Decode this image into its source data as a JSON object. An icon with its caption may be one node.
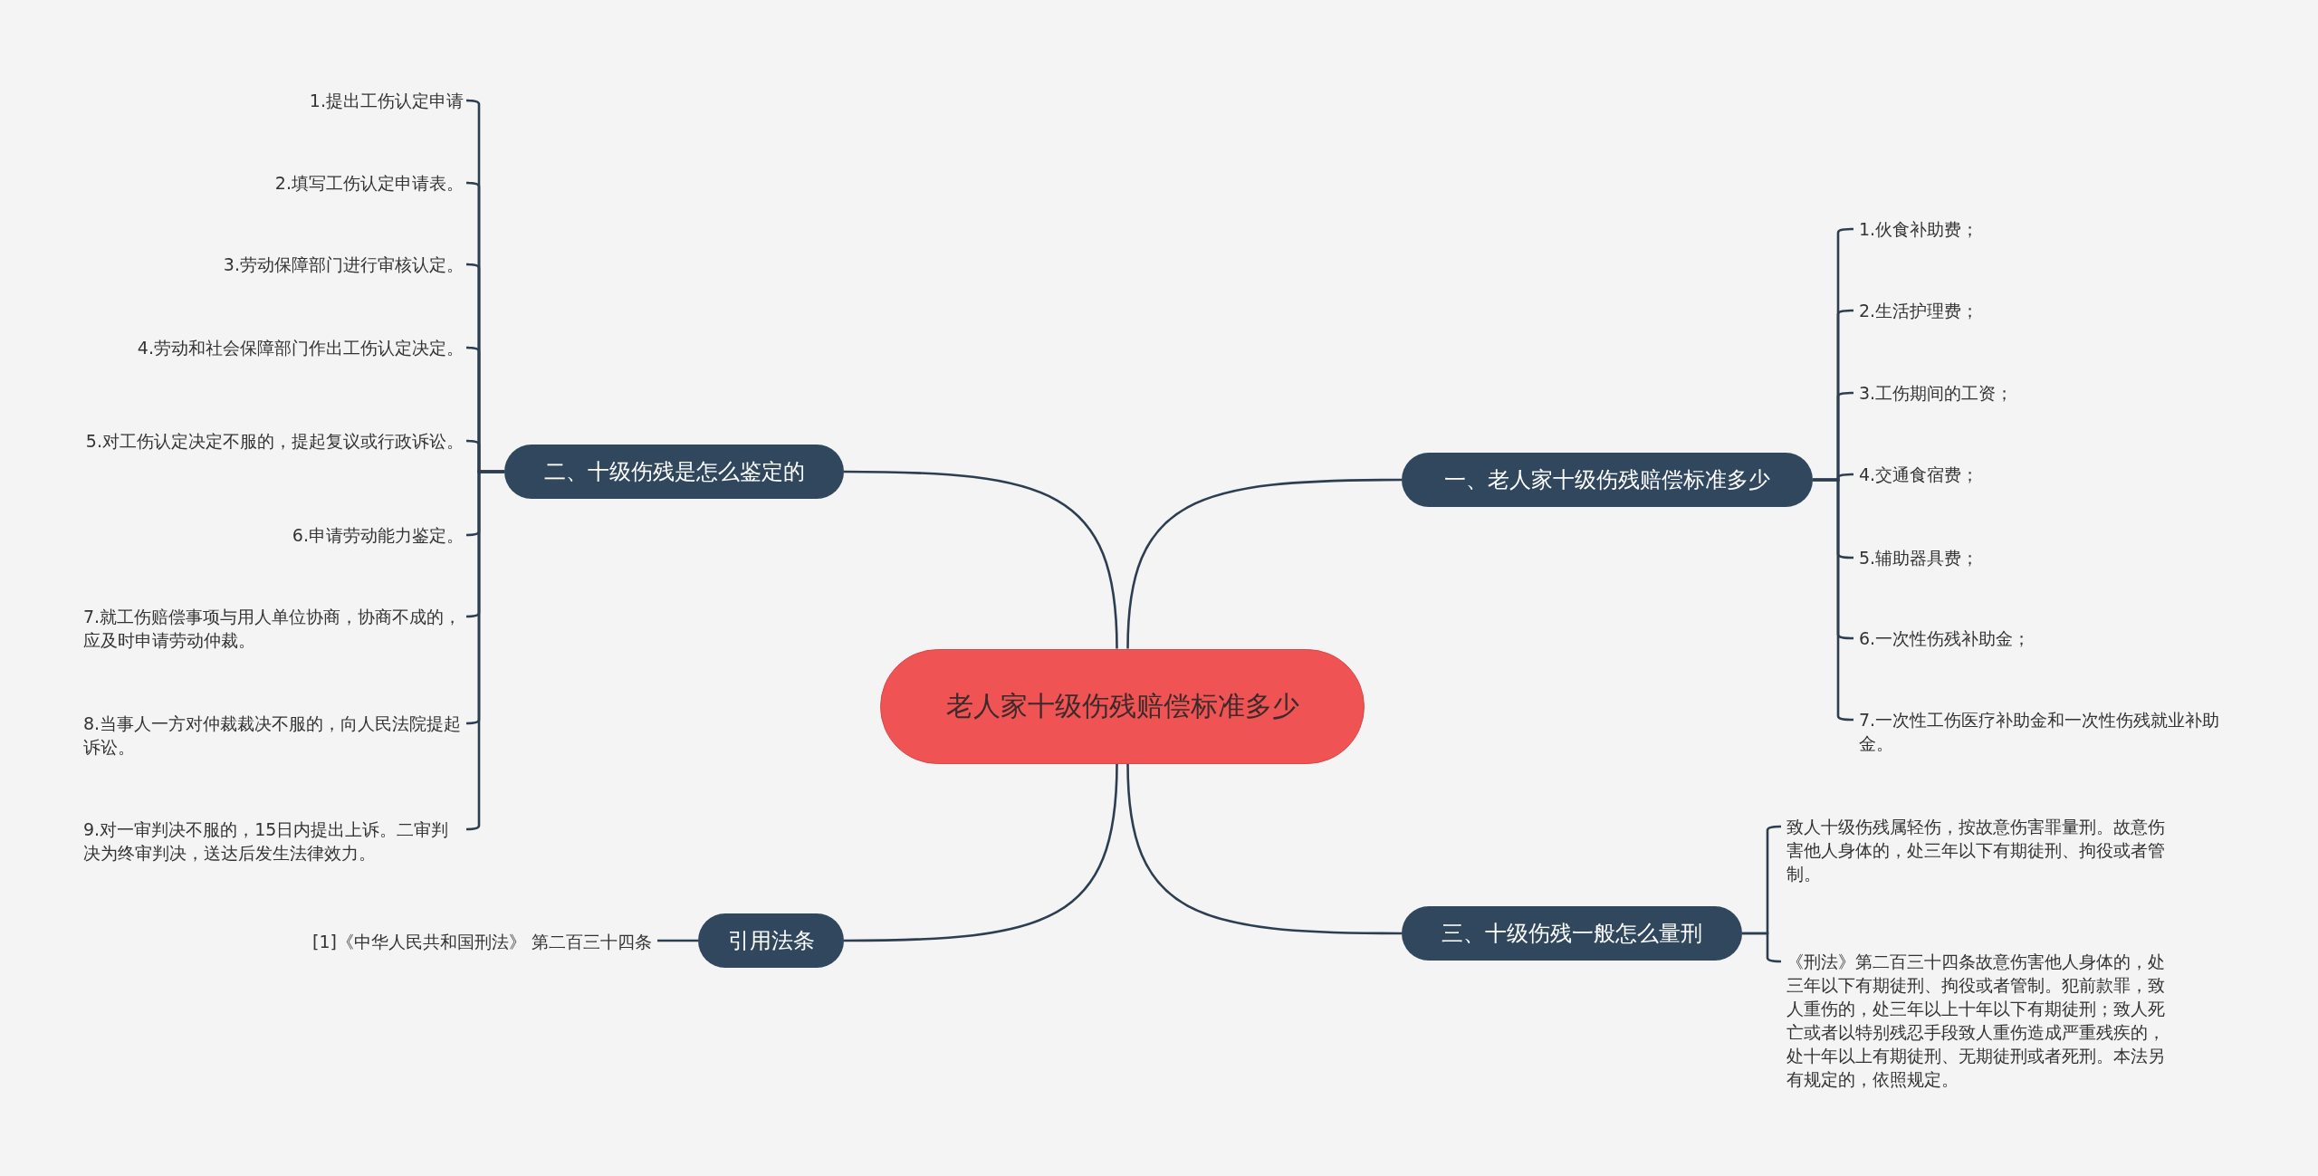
{
  "diagram": {
    "nodes": [
      {
        "text": [
          "老人家十级伤残赔偿标准多少"
        ]
      },
      {
        "text": [
          "一、老人家十级伤残赔偿标准多少"
        ]
      },
      {
        "text": [
          "1.伙食补助费；"
        ]
      },
      {
        "text": [
          "2.生活护理费；"
        ]
      },
      {
        "text": [
          "3.工伤期间的工资；"
        ]
      },
      {
        "text": [
          "4.交通食宿费；"
        ]
      },
      {
        "text": [
          "5.辅助器具费；"
        ]
      },
      {
        "text": [
          "6.一次性伤残补助金；"
        ]
      },
      {
        "text": [
          "7.一次性工伤医疗补助金和一次性伤残就业补助金。"
        ]
      },
      {
        "text": [
          "二、十级伤残是怎么鉴定的"
        ]
      },
      {
        "text": [
          "1.提出工伤认定申请"
        ]
      },
      {
        "text": [
          "2.填写工伤认定申请表。"
        ]
      },
      {
        "text": [
          "3.劳动保障部门进行审核认定。"
        ]
      },
      {
        "text": [
          "4.劳动和社会保障部门作出工伤认定决定。"
        ]
      },
      {
        "text": [
          "5.对工伤认定决定不服的，提起复议或行政诉讼。"
        ]
      },
      {
        "text": [
          "6.申请劳动能力鉴定。"
        ]
      },
      {
        "text": [
          "7.就工伤赔偿事项与用人单位协商，协商不成的，应及时申请劳动仲裁。"
        ]
      },
      {
        "text": [
          "8.当事人一方对仲裁裁决不服的，向人民法院提起诉讼。"
        ]
      },
      {
        "text": [
          "9.对一审判决不服的，15日内提出上诉。二审判决为终审判决，送达后发生法律效力。"
        ]
      },
      {
        "text": [
          "三、十级伤残一般怎么量刑"
        ]
      },
      {
        "text": [
          "致人十级伤残属轻伤，按故意伤害罪量刑。故意伤害他人身体的，处三年以下有期徒刑、拘役或者管制。"
        ]
      },
      {
        "text": [
          "《刑法》第二百三十四条故意伤害他人身体的，处三年以下有期徒刑、拘役或者管制。犯前款罪，致人重伤的，处三年以上十年以下有期徒刑；致人死亡或者以特别残忍手段致人重伤造成严重残疾的，处十年以上有期徒刑、无期徒刑或者死刑。本法另有规定的，依照规定。"
        ]
      },
      {
        "text": [
          "引用法条"
        ]
      },
      {
        "text": [
          "[1]《中华人民共和国刑法》 第二百三十四条"
        ]
      }
    ],
    "edges": [
      {
        "from": 0,
        "to": 1,
        "arrow": "none"
      },
      {
        "from": 1,
        "to": 2,
        "arrow": "none"
      },
      {
        "from": 1,
        "to": 3,
        "arrow": "none"
      },
      {
        "from": 1,
        "to": 4,
        "arrow": "none"
      },
      {
        "from": 1,
        "to": 5,
        "arrow": "none"
      },
      {
        "from": 1,
        "to": 6,
        "arrow": "none"
      },
      {
        "from": 1,
        "to": 7,
        "arrow": "none"
      },
      {
        "from": 1,
        "to": 8,
        "arrow": "none"
      },
      {
        "from": 0,
        "to": 9,
        "arrow": "none"
      },
      {
        "from": 9,
        "to": 10,
        "arrow": "none"
      },
      {
        "from": 9,
        "to": 11,
        "arrow": "none"
      },
      {
        "from": 9,
        "to": 12,
        "arrow": "none"
      },
      {
        "from": 9,
        "to": 13,
        "arrow": "none"
      },
      {
        "from": 9,
        "to": 14,
        "arrow": "none"
      },
      {
        "from": 9,
        "to": 15,
        "arrow": "none"
      },
      {
        "from": 9,
        "to": 16,
        "arrow": "none"
      },
      {
        "from": 9,
        "to": 17,
        "arrow": "none"
      },
      {
        "from": 9,
        "to": 18,
        "arrow": "none"
      },
      {
        "from": 0,
        "to": 19,
        "arrow": "none"
      },
      {
        "from": 19,
        "to": 20,
        "arrow": "none"
      },
      {
        "from": 19,
        "to": 21,
        "arrow": "none"
      },
      {
        "from": 0,
        "to": 22,
        "arrow": "none"
      },
      {
        "from": 22,
        "to": 23,
        "arrow": "none"
      }
    ]
  }
}
